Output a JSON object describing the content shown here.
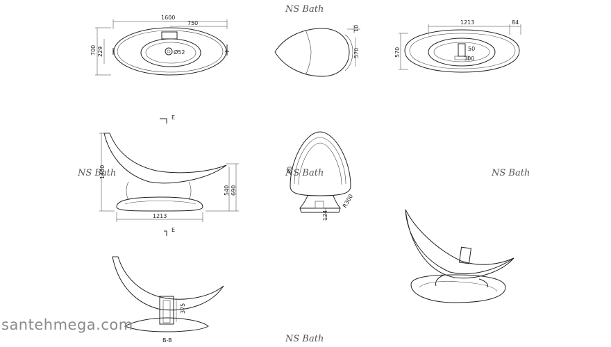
{
  "brand_marks": [
    "NS Bath",
    "NS Bath",
    "NS Bath",
    "NS Bath",
    "NS Bath"
  ],
  "watermark": "santehmega.com",
  "section_marks": [
    "E",
    "E",
    "B-B"
  ],
  "views": {
    "top_view": {
      "dims": [
        "1600",
        "750",
        "700",
        "229",
        "Ø52"
      ]
    },
    "end_top_view": {
      "dims": [
        "10",
        "570"
      ]
    },
    "bottom_view": {
      "dims": [
        "1213",
        "84",
        "570",
        "50",
        "300"
      ]
    },
    "side_view": {
      "dims": [
        "1480",
        "540",
        "690",
        "1213"
      ]
    },
    "front_view": {
      "dims": [
        "80",
        "R300",
        "124"
      ]
    }
  }
}
